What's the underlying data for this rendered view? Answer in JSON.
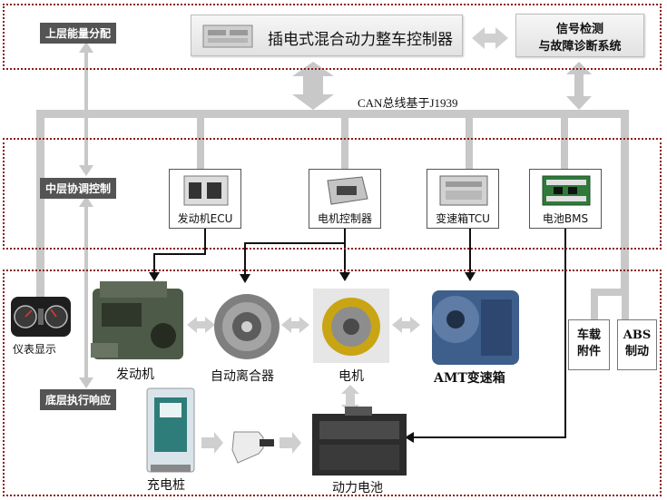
{
  "layers": {
    "top": "上层能量分配",
    "middle": "中层协调控制",
    "bottom": "底层执行响应"
  },
  "vcu": {
    "title": "插电式混合动力整车控制器"
  },
  "diag": {
    "line1": "信号检测",
    "line2": "与故障诊断系统"
  },
  "bus": {
    "label": "CAN总线基于J1939"
  },
  "controllers": {
    "engine_ecu": "发动机ECU",
    "motor_ctrl": "电机控制器",
    "tcu": "变速箱TCU",
    "bms": "电池BMS"
  },
  "side": {
    "accessories": [
      "车载",
      "附件"
    ],
    "abs": [
      "ABS",
      "制动"
    ]
  },
  "components": {
    "dashboard": "仪表显示",
    "engine": "发动机",
    "clutch": "自动离合器",
    "motor": "电机",
    "amt": "AMT变速箱",
    "charger": "充电桩",
    "battery": "动力电池"
  },
  "colors": {
    "region_border": "#8b1a1a",
    "bus_gray": "#c8c8c8",
    "label_bg": "#545454"
  }
}
